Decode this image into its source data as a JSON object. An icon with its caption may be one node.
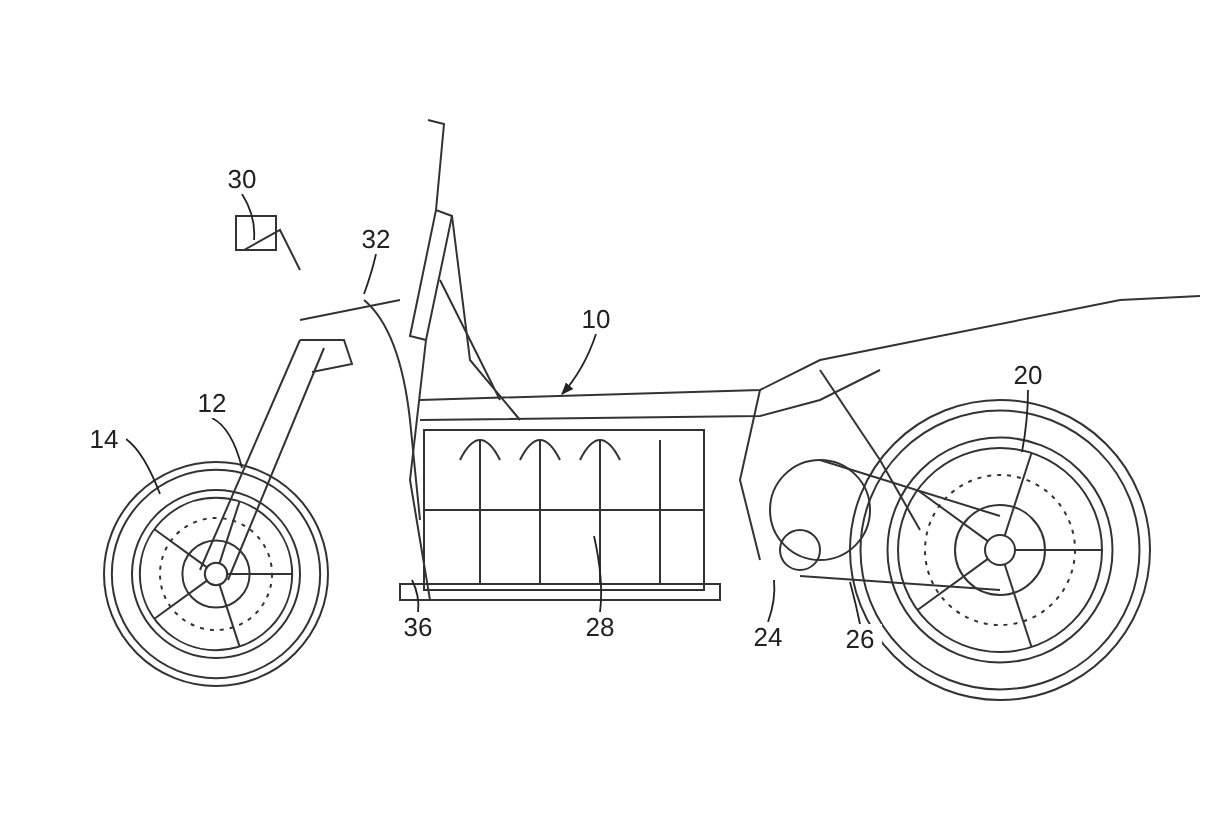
{
  "diagram": {
    "nodes": [
      {
        "text": [
          "30"
        ]
      },
      {
        "text": [
          "32"
        ]
      },
      {
        "text": [
          "10"
        ]
      },
      {
        "text": [
          "20"
        ]
      },
      {
        "text": [
          "14"
        ]
      },
      {
        "text": [
          "12"
        ]
      },
      {
        "text": [
          "36"
        ]
      },
      {
        "text": [
          "28"
        ]
      },
      {
        "text": [
          "24"
        ]
      },
      {
        "text": [
          "26"
        ]
      }
    ],
    "edges": [
      {
        "from": 0,
        "to": null,
        "arrow": "none"
      },
      {
        "from": 1,
        "to": null,
        "arrow": "none"
      },
      {
        "from": 2,
        "to": null,
        "arrow": "to"
      },
      {
        "from": 3,
        "to": null,
        "arrow": "none"
      },
      {
        "from": 4,
        "to": null,
        "arrow": "none"
      },
      {
        "from": 5,
        "to": null,
        "arrow": "none"
      },
      {
        "from": 6,
        "to": null,
        "arrow": "none"
      },
      {
        "from": 7,
        "to": null,
        "arrow": "none"
      },
      {
        "from": 8,
        "to": null,
        "arrow": "none"
      },
      {
        "from": 9,
        "to": null,
        "arrow": "none"
      }
    ]
  }
}
